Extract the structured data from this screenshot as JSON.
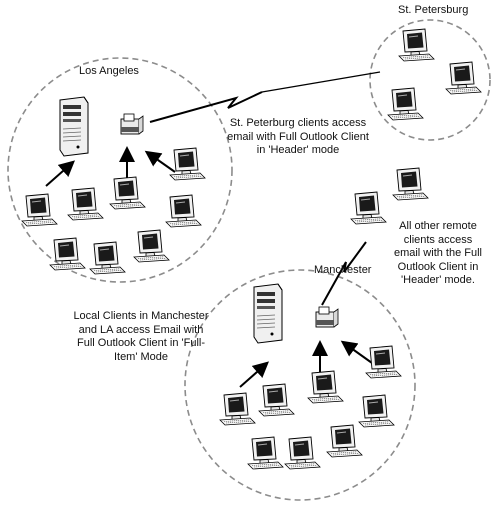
{
  "sites": {
    "los_angeles": "Los Angeles",
    "st_petersburg": "St. Petersburg",
    "manchester": "Manchester"
  },
  "notes": {
    "st_petersburg_access": [
      "St. Peterburg clients access",
      "email with Full Outlook Client",
      "in 'Header' mode"
    ],
    "remote_access": [
      "All other remote",
      "clients access",
      "email with the Full",
      "Outlook Client in",
      "'Header' mode."
    ],
    "local_access": [
      "Local Clients in Manchester",
      "and LA access Email with",
      "Full Outlook Client in 'Full-",
      "Item' Mode"
    ]
  },
  "icons": {
    "workstation": "desktop-computer-icon",
    "exchange_server": "tower-server-icon",
    "mail_gateway": "mail-gateway-icon",
    "wan_link": "lightning-link-icon"
  },
  "colors": {
    "circle_stroke": "#8c8c8c",
    "line": "#000000",
    "screen": "#1a1a1a"
  }
}
